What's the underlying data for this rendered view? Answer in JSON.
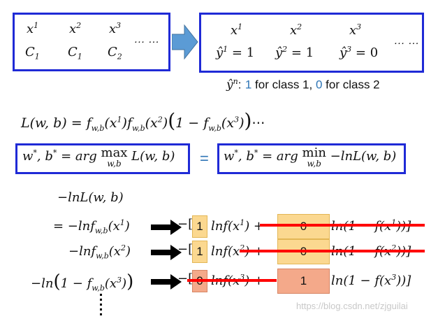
{
  "top_left": {
    "row1": [
      "x^1",
      "x^2",
      "x^3"
    ],
    "row2": [
      "C_1",
      "C_1",
      "C_2"
    ],
    "ellipsis": "… …"
  },
  "top_right": {
    "row1": [
      "x^1",
      "x^2",
      "x^3"
    ],
    "row2": [
      "ŷ^1 = 1",
      "ŷ^2 = 1",
      "ŷ^3 = 0"
    ],
    "ellipsis": "… …"
  },
  "caption": {
    "prefix": "ŷ",
    "sup": "n",
    "colon": ":",
    "one": "1",
    "mid": " for class 1, ",
    "zero": "0",
    "end": " for class 2"
  },
  "likelihood": "L(w, b) = f_w,b(x^1) f_w,b(x^2) (1 − f_w,b(x^3)) ⋯",
  "argmax": "w*, b* = arg max_w,b L(w, b)",
  "equals": "=",
  "argmin": "w*, b* = arg min_w,b −lnL(w, b)",
  "neg_log": "−lnL(w, b)",
  "rows": [
    {
      "lhs": "= −lnf_w,b(x^1)",
      "a": "1",
      "b": "0",
      "term_a": "lnf(x^1)",
      "term_b": "ln(1 − f(x^1))]"
    },
    {
      "lhs": "−lnf_w,b(x^2)",
      "a": "1",
      "b": "0",
      "term_a": "lnf(x^2)",
      "term_b": "ln(1 − f(x^2))]"
    },
    {
      "lhs": "−ln(1 − f_w,b(x^3))",
      "a": "0",
      "b": "1",
      "term_a": "lnf(x^3)",
      "term_b": "ln(1 − f(x^3))]"
    }
  ],
  "vdots": "⋮",
  "watermark": "https://blog.csdn.net/zjguilai",
  "colors": {
    "box_border": "#1f2ad6",
    "arrow": "#5b9bd5",
    "caption_blue": "#2e75b6",
    "yellow": "#fbd890",
    "salmon": "#f4a98a",
    "red": "#ff0000"
  }
}
